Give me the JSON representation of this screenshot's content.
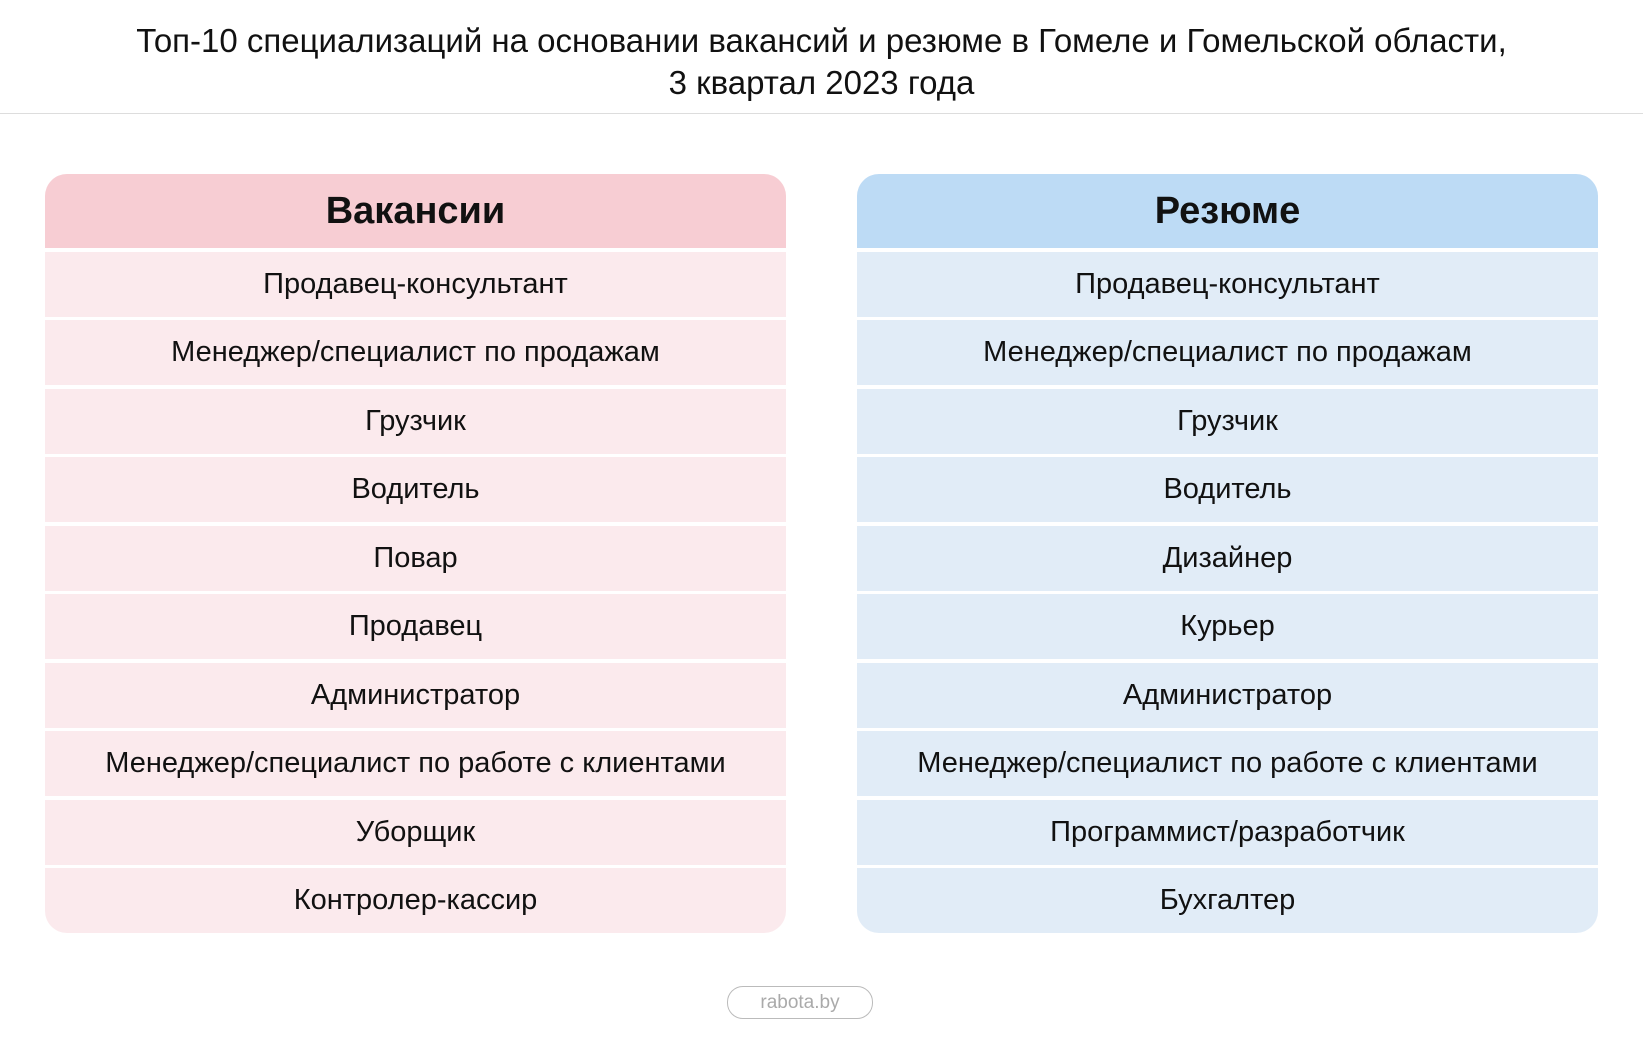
{
  "title": {
    "line1": "Топ-10 специализаций на основании вакансий и резюме в Гомеле и Гомельской области,",
    "line2": "3 квартал 2023 года"
  },
  "vacancies": {
    "header": "Вакансии",
    "items": [
      "Продавец-консультант",
      "Менеджер/специалист по продажам",
      "Грузчик",
      "Водитель",
      "Повар",
      "Продавец",
      "Администратор",
      "Менеджер/специалист по работе с клиентами",
      "Уборщик",
      "Контролер-кассир"
    ]
  },
  "resumes": {
    "header": "Резюме",
    "items": [
      "Продавец-консультант",
      "Менеджер/специалист по продажам",
      "Грузчик",
      "Водитель",
      "Дизайнер",
      "Курьер",
      "Администратор",
      "Менеджер/специалист по работе с клиентами",
      "Программист/разработчик",
      "Бухгалтер"
    ]
  },
  "footer": {
    "source": "rabota.by"
  },
  "colors": {
    "vacancy_header": "#f7cdd3",
    "vacancy_row": "#fbeaed",
    "resume_header": "#bddbf5",
    "resume_row": "#e1ecf7"
  }
}
